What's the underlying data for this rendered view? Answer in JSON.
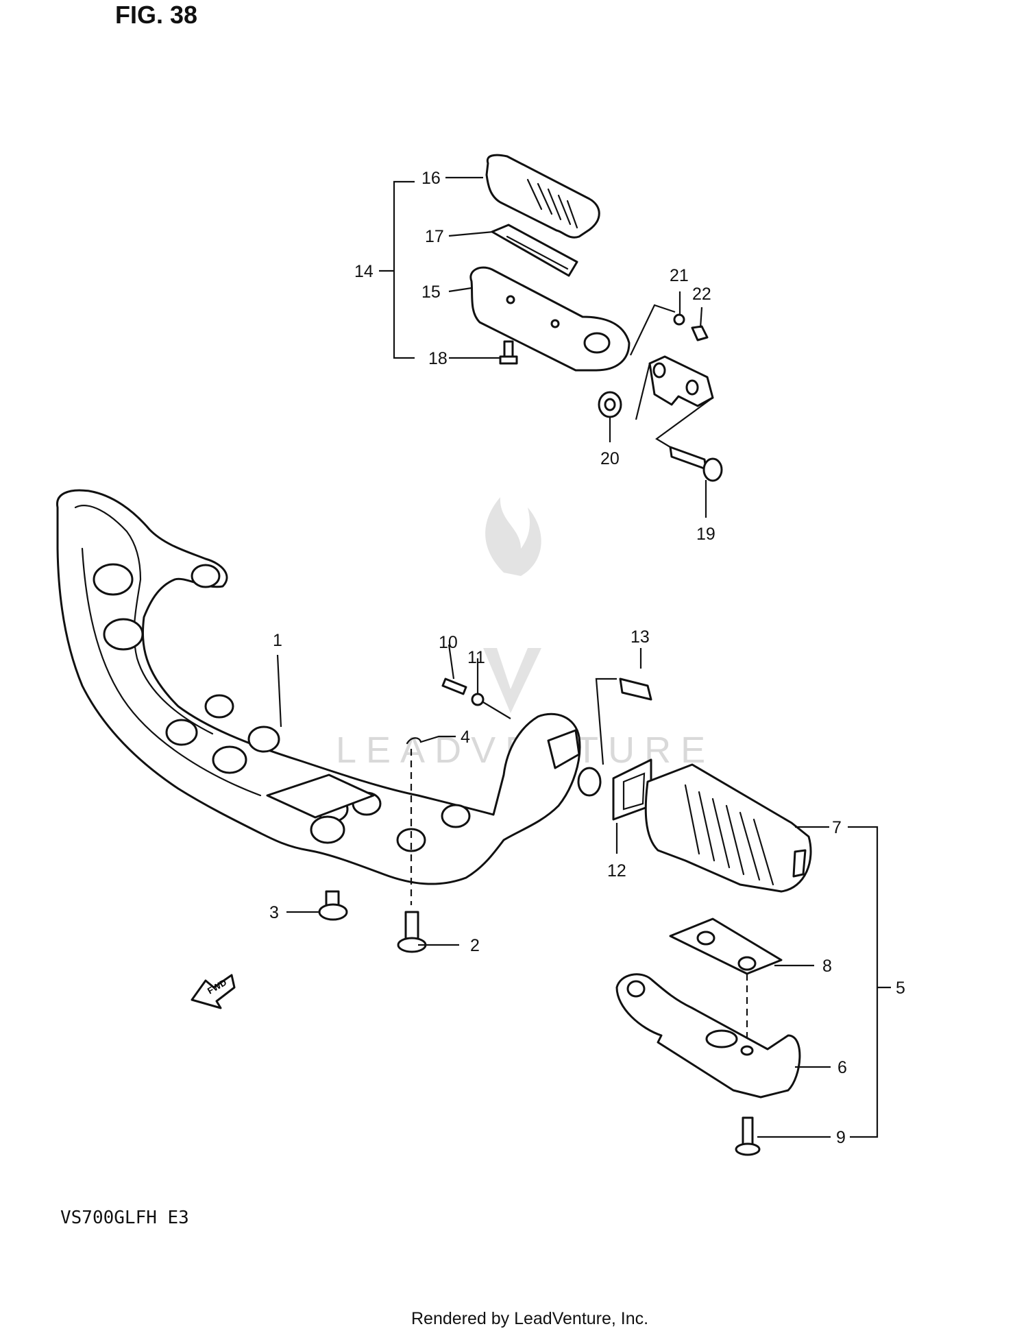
{
  "figure": {
    "title": "FIG. 38",
    "model": "VS700GLFH E3",
    "footer": "Rendered by LeadVenture, Inc.",
    "watermark": "LEADVENTURE",
    "direction_tag": "FWD"
  },
  "callouts": [
    "1",
    "2",
    "3",
    "4",
    "5",
    "6",
    "7",
    "8",
    "9",
    "10",
    "11",
    "12",
    "13",
    "14",
    "15",
    "16",
    "17",
    "18",
    "19",
    "20",
    "21",
    "22"
  ]
}
